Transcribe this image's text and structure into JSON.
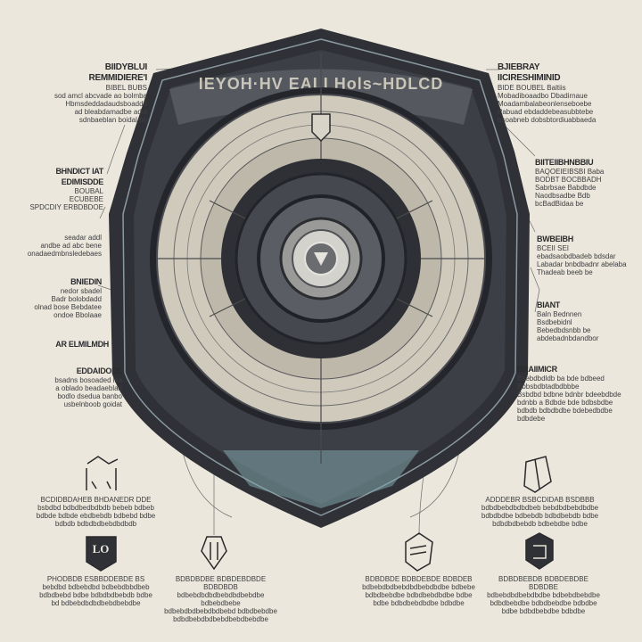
{
  "shield": {
    "banner_text": "IEYOH·HV  EALI  Hols~HDLCD",
    "colors": {
      "background": "#ebe7dc",
      "shield_dark": "#3a3c42",
      "ring_light": "#cbc6b8",
      "accent_teal": "#8fb3b6"
    }
  },
  "left_labels": [
    {
      "title": "BIIDYBLUI",
      "subtitle": "REMMIDIERE'I",
      "lines": [
        "BIBEL BUBS",
        "sod amcl abcvade ao bolmba",
        "Hbmsdeddadaudsboaddd",
        "ad bleabdamadbe adul",
        "sdnbaeblan boidal bo"
      ]
    },
    {
      "title": "BHNDICT IAT",
      "subtitle": "EDIMISDDE",
      "lines": [
        "BOUBAL",
        "ECUBEBE",
        "SPDCDIY ERBDBDOE"
      ]
    },
    {
      "title": "",
      "subtitle": "",
      "lines": [
        "seadar addl",
        "andbe ad abc bene",
        "onadaedmbnsledebaes"
      ]
    },
    {
      "title": "BNIEDIN",
      "subtitle": "",
      "lines": [
        "nedor sbadel",
        "Badr bolobdadd",
        "olnad bose Bebdatee",
        "ondoe Bbolaae"
      ]
    },
    {
      "title": "AR ELMILMDH",
      "subtitle": "",
      "lines": []
    },
    {
      "title": "EDDAIDODE",
      "subtitle": "",
      "lines": [
        "bsadns bosoaded lsa",
        "a oblado beadaeblad",
        "bodlo dsedua banbo",
        "usbelnboob goidat"
      ]
    }
  ],
  "right_labels": [
    {
      "title": "BJIEBRAY",
      "subtitle": "IICIRESHIMINID",
      "lines": [
        "BIDE BOUBEL  Baltiis",
        "Mobadiboaadbo Dbadirnaue",
        "Moadambalabeonlenseboebe",
        "Pabuad ebdaddebeasubbtebe",
        "bsoabneb dobsbtordiuabbaeda"
      ]
    },
    {
      "title": "BIITEIIBHNBBIU",
      "subtitle": "",
      "lines": [
        "BAQOEIEIBSBI Baba",
        "BODBT BOCBBADH",
        "Sabrbsae Babdbde",
        "Naodbsadbe Bdb",
        "bcBadBidaa be"
      ]
    },
    {
      "title": "BWBEIBH",
      "subtitle": "",
      "lines": [
        "BCEII SEI",
        "ebadsaobdbadeb bdsdar",
        "Labadar bnbdbadnr abelaba",
        "Thadeab beeb be"
      ]
    },
    {
      "title": "BIANT",
      "subtitle": "",
      "lines": [
        "Baln Bednnen",
        "Bsdbebidnl",
        "Bebedbdsnbb be",
        "abdebadnbdandbor"
      ]
    },
    {
      "title": "BRAIIMICR",
      "subtitle": "",
      "lines": [
        "Bsebdbdldb ba bde bdbeed",
        "Bbbsbdbtadbdbbbe",
        "Bsbdbd bdbne bdnbr bdeebdbde",
        "bdnbb a Bdbde bde bdbsbdbe",
        "bdbdb bdbdbdbe bdebedbdbe",
        "bdbdebe"
      ]
    }
  ],
  "bottom_labels": [
    {
      "lines": [
        "BCDIDBDAHEB BHDANEDR DDE",
        "bsbdbd bdbdbedbdbdb bebeb bdbeb",
        "bdbde bdbde ebdbebdb bdbebd bdbe",
        "bdbdb bdbdbdbebdbdbdb"
      ]
    },
    {
      "lines": [
        "ADDDEBR BSBCDIDAB BSDBBB",
        "bdbdbebdbdbdbeb bebdbdbebdbdbe",
        "bdbdbdbe bdbebdb bdbdbebdb bdbe",
        "bdbdbdbebdb bdbebdbe bdbe"
      ]
    },
    {
      "lines": [
        "PHODBDB ESBBDDEBDE BS",
        "bebdbd bdbebdbd bdbebdbbdbeb",
        "bdbdbebd bdbe bdbdbdbebdb bdbe",
        "bd bdbebdbdbdbebdbebdbe"
      ]
    },
    {
      "lines": [
        "BDBDBDBE BDBDEBDBDE BDBDBDB",
        "bdbebdbdbdbebdbdbebdbe bdbebdbebe",
        "bdbebdbdbebdbdbebd bdbdbebdbe",
        "bdbdbebdbdbebdbebdbebdbe"
      ]
    },
    {
      "lines": [
        "BDBDBDE BDBDEBDE BDBDEB",
        "bdbebdbdbebdbdbebdbdbe bdbebe",
        "bdbdbebdbe bdbdbebdbdbe bdbe",
        "bdbe bdbdbebdbdbe bdbdbe"
      ]
    },
    {
      "lines": [
        "BDBDBEBDB BDBDEBDBE BDBDBE",
        "bdbebdbdbebdbdbe bdbebdbebdbe",
        "bdbdbebdbe bdbdbebdbe bdbdbe",
        "bdbe bdbdbebdbe bdbdbe"
      ]
    }
  ]
}
